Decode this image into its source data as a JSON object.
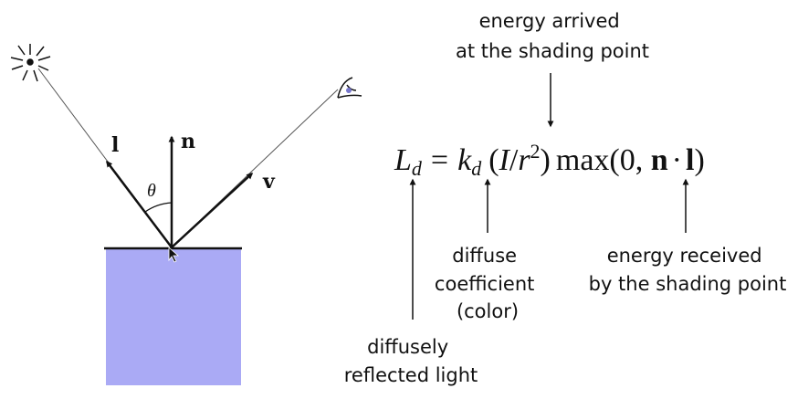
{
  "colors": {
    "surface": "#aaaaf5",
    "ink": "#111111",
    "ray": "#555555"
  },
  "icons": {
    "light_source": "sun-icon",
    "viewer": "eye-icon"
  },
  "vectors": {
    "light": "l",
    "normal": "n",
    "view": "v",
    "angle": "θ"
  },
  "equation": {
    "lhs": "L",
    "lhs_sub": "d",
    "equals": "=",
    "coef": "k",
    "coef_sub": "d",
    "open_paren": "(",
    "intensity": "I",
    "slash": "/",
    "distance": "r",
    "power": "2",
    "close_paren": ")",
    "max_func": "max(0, ",
    "dot": "·",
    "end": ")"
  },
  "annotations": {
    "arrived": [
      "energy arrived",
      "at the shading point"
    ],
    "diffuse": [
      "diffuse",
      "coefficient",
      "(color)"
    ],
    "received": [
      "energy received",
      "by the shading point"
    ],
    "reflected": [
      "diffusely",
      "reflected light"
    ]
  }
}
